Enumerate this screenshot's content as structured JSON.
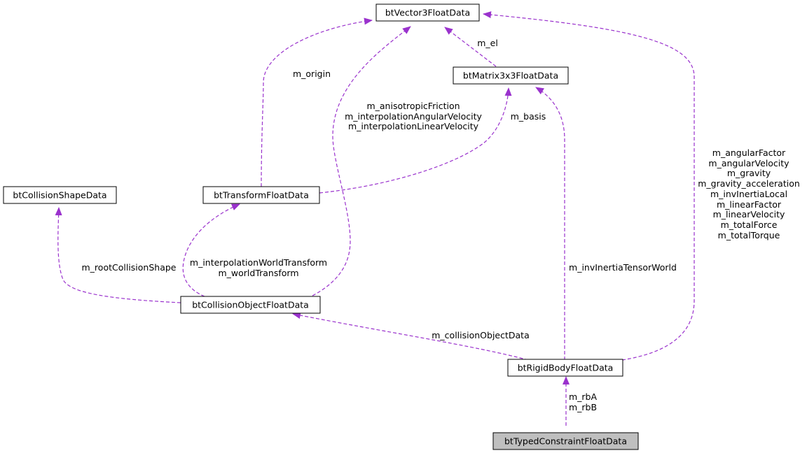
{
  "colors": {
    "edge": "#9a32cd",
    "node_border": "#000000",
    "node_fill": "#ffffff",
    "current_node_fill": "#bfbfbf"
  },
  "nodes": {
    "vector3": "btVector3FloatData",
    "matrix3x3": "btMatrix3x3FloatData",
    "collision_shape": "btCollisionShapeData",
    "transform": "btTransformFloatData",
    "collision_object": "btCollisionObjectFloatData",
    "rigid_body": "btRigidBodyFloatData",
    "typed_constraint": "btTypedConstraintFloatData"
  },
  "edges": {
    "matrix_to_vector": [
      "m_el"
    ],
    "transform_to_vector": [
      "m_origin"
    ],
    "collision_object_to_vector": [
      "m_anisotropicFriction",
      "m_interpolationAngularVelocity",
      "m_interpolationLinearVelocity"
    ],
    "transform_to_matrix": [
      "m_basis"
    ],
    "rigid_body_to_vector": [
      "m_angularFactor",
      "m_angularVelocity",
      "m_gravity",
      "m_gravity_acceleration",
      "m_invInertiaLocal",
      "m_linearFactor",
      "m_linearVelocity",
      "m_totalForce",
      "m_totalTorque"
    ],
    "collision_object_to_shape": [
      "m_rootCollisionShape"
    ],
    "collision_object_to_transform": [
      "m_interpolationWorldTransform",
      "m_worldTransform"
    ],
    "rigid_body_to_matrix": [
      "m_invInertiaTensorWorld"
    ],
    "rigid_body_to_collision_object": [
      "m_collisionObjectData"
    ],
    "constraint_to_rigid_body": [
      "m_rbA",
      "m_rbB"
    ]
  }
}
